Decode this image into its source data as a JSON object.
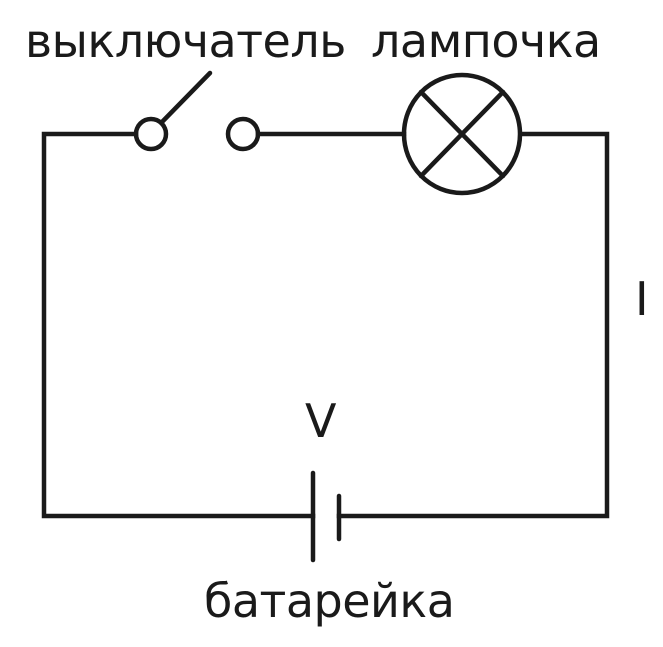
{
  "diagram": {
    "type": "electrical-circuit-schematic",
    "labels": {
      "switch": "выключатель",
      "lamp": "лампочка",
      "current": "I",
      "voltage": "V",
      "battery": "батарейка"
    },
    "components": [
      {
        "id": "switch",
        "kind": "switch-open",
        "label": "выключатель"
      },
      {
        "id": "lamp",
        "kind": "lamp",
        "label": "лампочка"
      },
      {
        "id": "battery",
        "kind": "battery-cell",
        "label": "батарейка",
        "annotation": "V"
      }
    ],
    "connections": [
      [
        "battery",
        "left-wire"
      ],
      [
        "left-wire",
        "switch"
      ],
      [
        "switch",
        "lamp"
      ],
      [
        "lamp",
        "right-wire"
      ],
      [
        "right-wire",
        "battery"
      ]
    ],
    "annotations": [
      {
        "text": "I",
        "position": "right-wire"
      },
      {
        "text": "V",
        "position": "above-battery"
      }
    ],
    "colors": {
      "line": "#1a1a1a",
      "background": "#ffffff"
    }
  }
}
